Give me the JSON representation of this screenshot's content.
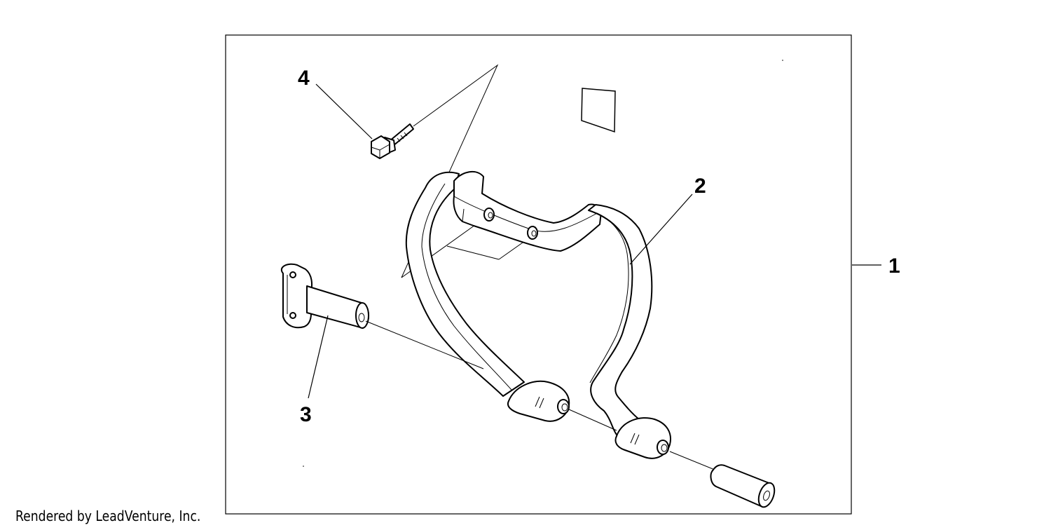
{
  "diagram": {
    "callouts": {
      "kit": "1",
      "guard_bar": "2",
      "collar": "3",
      "bolt": "4"
    }
  },
  "footer": {
    "credit": "Rendered by LeadVenture, Inc."
  }
}
